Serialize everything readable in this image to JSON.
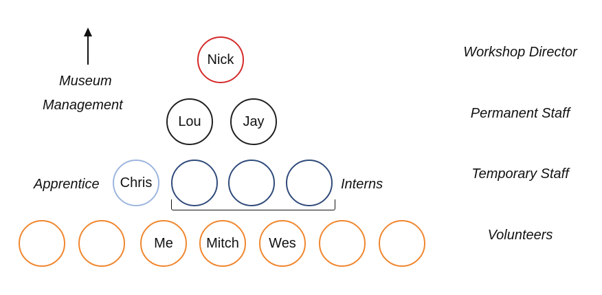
{
  "museum_arrow": {
    "label_line1": "Museum",
    "label_line2": "Management"
  },
  "tiers": {
    "director": "Workshop Director",
    "permanent": "Permanent Staff",
    "temporary": "Temporary Staff",
    "volunteers": "Volunteers"
  },
  "people": {
    "director": "Nick",
    "permanent": [
      "Lou",
      "Jay"
    ],
    "apprentice": "Chris",
    "interns": [
      "",
      "",
      ""
    ],
    "volunteers": [
      "",
      "",
      "Me",
      "Mitch",
      "Wes",
      "",
      ""
    ]
  },
  "labels": {
    "apprentice": "Apprentice",
    "interns": "Interns"
  },
  "colors": {
    "director": "#d42a2a",
    "permanent": "#1f1f1f",
    "temporary": "#2f4a7a",
    "apprentice": "#9db5de",
    "volunteer": "#f0862e"
  }
}
